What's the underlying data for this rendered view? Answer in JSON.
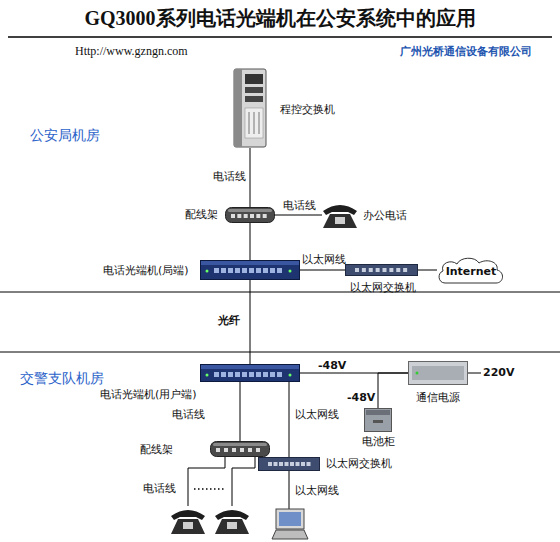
{
  "diagram": {
    "title": "GQ3000系列电话光端机在公安系统中的应用",
    "nodes": [
      {
        "text": [
          "程控交换机"
        ]
      },
      {
        "text": [
          "配线架"
        ]
      },
      {
        "text": [
          "办公电话"
        ]
      },
      {
        "text": [
          "电话光端机(局端)"
        ]
      },
      {
        "text": [
          "以太网交换机"
        ]
      },
      {
        "text": [
          "Internet"
        ]
      },
      {
        "text": [
          "电话光端机(用户端)"
        ]
      },
      {
        "text": [
          "通信电源"
        ]
      },
      {
        "text": [
          "电池柜"
        ]
      },
      {
        "text": [
          "配线架"
        ]
      },
      {
        "text": [
          "以太网交换机"
        ]
      }
    ],
    "edges": [
      {
        "from": 0,
        "to": 1,
        "label": "电话线",
        "arrow": "none"
      },
      {
        "from": 1,
        "to": 2,
        "label": "电话线",
        "arrow": "none"
      },
      {
        "from": 1,
        "to": 3,
        "arrow": "none"
      },
      {
        "from": 3,
        "to": 4,
        "label": "以太网线",
        "arrow": "none"
      },
      {
        "from": 4,
        "to": 5,
        "arrow": "none"
      },
      {
        "from": 3,
        "to": 6,
        "label": "光纤",
        "arrow": "none"
      },
      {
        "from": 6,
        "to": 7,
        "label": "-48V",
        "arrow": "none"
      },
      {
        "from": 7,
        "to": 8,
        "label": "-48V",
        "arrow": "none"
      },
      {
        "from": 6,
        "to": 9,
        "label": "电话线",
        "arrow": "none"
      },
      {
        "from": 6,
        "to": 10,
        "label": "以太网线",
        "arrow": "none"
      }
    ],
    "labels": [
      "Http://www.gzngn.com",
      "广州光桥通信设备有限公司",
      "公安局机房",
      "交警支队机房",
      "220V",
      "电话线",
      "以太网线"
    ]
  }
}
